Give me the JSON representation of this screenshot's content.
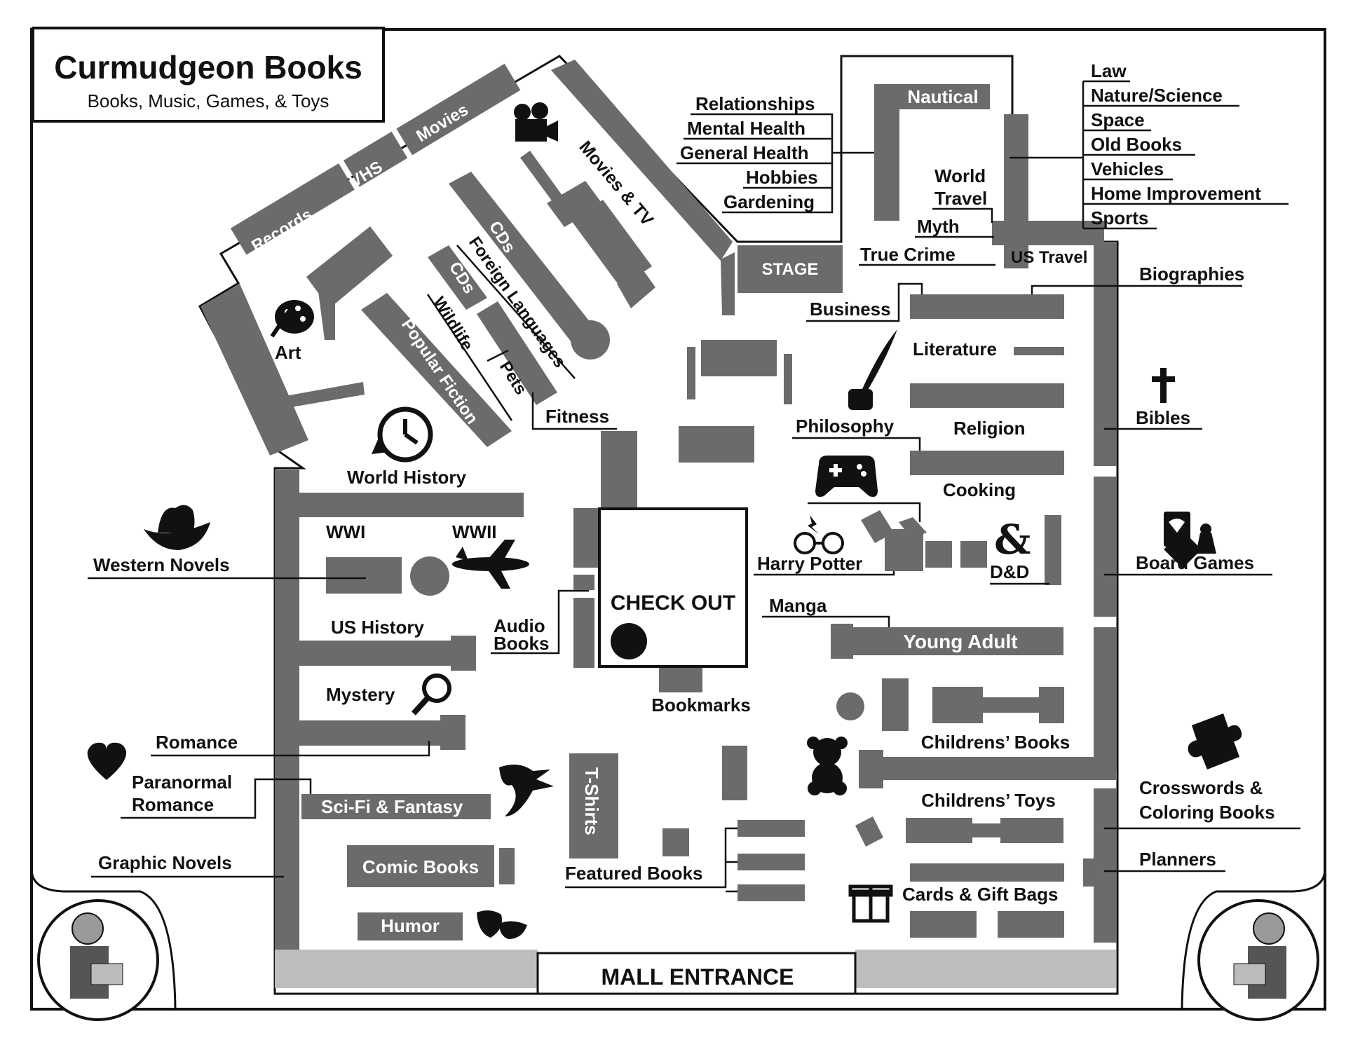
{
  "title": "Curmudgeon Books",
  "subtitle": "Books, Music, Games, & Toys",
  "entrance": "MALL ENTRANCE",
  "checkout": "CHECK OUT",
  "stage": "STAGE",
  "sections": {
    "records": "Records",
    "vhs": "VHS",
    "movies": "Movies",
    "movies_tv": "Movies & TV",
    "cds1": "CDs",
    "cds2": "CDs",
    "foreign_languages": "Foreign Languages",
    "wildlife": "Wildlife",
    "pets": "Pets",
    "popular_fiction": "Popular Fiction",
    "art": "Art",
    "fitness": "Fitness",
    "world_history": "World History",
    "wwi": "WWI",
    "wwii": "WWII",
    "western_novels": "Western Novels",
    "us_history": "US History",
    "audio_books_1": "Audio",
    "audio_books_2": "Books",
    "mystery": "Mystery",
    "romance": "Romance",
    "paranormal_1": "Paranormal",
    "paranormal_2": "Romance",
    "scifi": "Sci-Fi & Fantasy",
    "graphic_novels": "Graphic Novels",
    "comic_books": "Comic Books",
    "humor": "Humor",
    "tshirts": "T-Shirts",
    "featured_books": "Featured Books",
    "bookmarks": "Bookmarks",
    "relationships": "Relationships",
    "mental_health": "Mental Health",
    "general_health": "General Health",
    "hobbies": "Hobbies",
    "gardening": "Gardening",
    "nautical": "Nautical",
    "world_travel_1": "World",
    "world_travel_2": "Travel",
    "myth": "Myth",
    "true_crime": "True Crime",
    "us_travel": "US Travel",
    "law": "Law",
    "nature_science": "Nature/Science",
    "space": "Space",
    "old_books": "Old Books",
    "vehicles": "Vehicles",
    "home_improvement": "Home Improvement",
    "sports": "Sports",
    "biographies": "Biographies",
    "business": "Business",
    "literature": "Literature",
    "philosophy": "Philosophy",
    "religion": "Religion",
    "bibles": "Bibles",
    "cooking": "Cooking",
    "harry_potter": "Harry Potter",
    "dnd": "D&D",
    "board_games": "Board Games",
    "manga": "Manga",
    "young_adult": "Young Adult",
    "childrens_books": "Childrens’ Books",
    "childrens_toys": "Childrens’ Toys",
    "crosswords_1": "Crosswords &",
    "crosswords_2": "Coloring Books",
    "planners": "Planners",
    "cards_gift": "Cards & Gift Bags"
  },
  "icons": [
    "video-camera-icon",
    "palette-icon",
    "clock-icon",
    "cowboy-hat-icon",
    "airplane-icon",
    "magnifier-icon",
    "heart-icon",
    "dragon-icon",
    "mask-icon",
    "quill-icon",
    "cross-icon",
    "gamepad-icon",
    "glasses-icon",
    "dice-icon",
    "cards-icon",
    "teddy-bear-icon",
    "puzzle-icon",
    "gift-icon",
    "portrait-icon"
  ]
}
